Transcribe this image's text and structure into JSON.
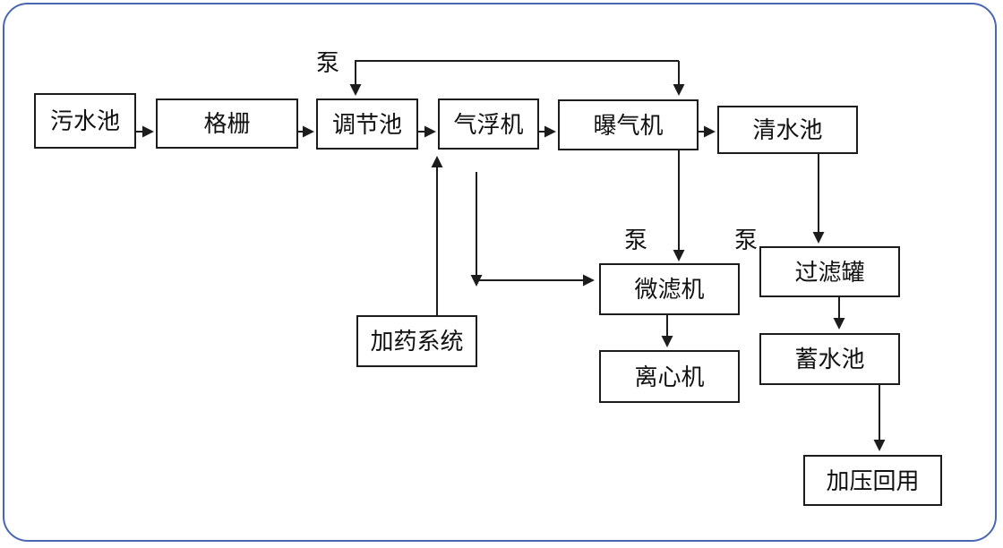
{
  "diagram": {
    "type": "flowchart",
    "language": "zh-CN",
    "nodes": {
      "sewage_pool": {
        "label": "污水池"
      },
      "bar_screen": {
        "label": "格栅"
      },
      "regulating_tank": {
        "label": "调节池"
      },
      "air_flotation": {
        "label": "气浮机"
      },
      "aerator": {
        "label": "曝气机"
      },
      "clean_water_tank": {
        "label": "清水池"
      },
      "dosing_system": {
        "label": "加药系统"
      },
      "microfilter": {
        "label": "微滤机"
      },
      "centrifuge": {
        "label": "离心机"
      },
      "filter_tank": {
        "label": "过滤罐"
      },
      "storage_tank": {
        "label": "蓄水池"
      },
      "pressurized_reuse": {
        "label": "加压回用"
      }
    },
    "pumps": [
      {
        "label": "泵"
      },
      {
        "label": "泵"
      },
      {
        "label": "泵"
      }
    ],
    "flow": [
      "污水池 → 格栅 → 调节池 → 气浮机 → 曝气机 → 清水池",
      "泵回流线: 调节池 ↔ 曝气机 (双向下箭头)",
      "加药系统 → 气浮机",
      "气浮机 → 微滤机",
      "曝气机 → 微滤机 (泵)",
      "微滤机 → 离心机",
      "清水池 → 过滤罐 (泵) → 蓄水池 → 加压回用"
    ]
  },
  "colors": {
    "frame_border": "#4a67b0",
    "line": "#1c1c1c",
    "box_bg": "#ffffff",
    "page_bg": "#ffffff"
  }
}
